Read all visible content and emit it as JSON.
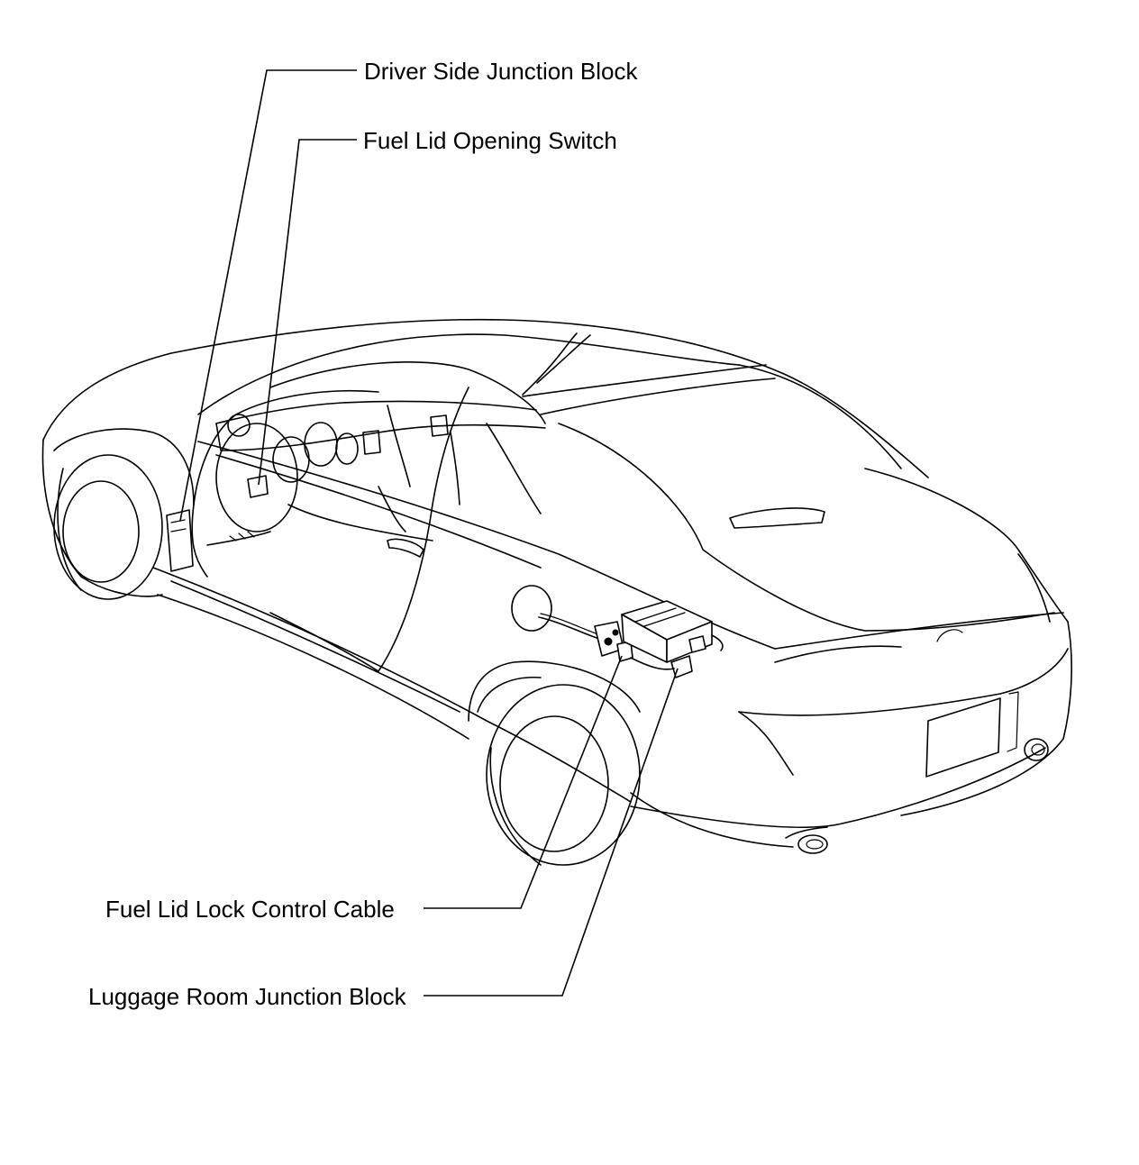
{
  "diagram": {
    "labels": {
      "driver_side_junction_block": "Driver Side Junction Block",
      "fuel_lid_opening_switch": "Fuel Lid Opening Switch",
      "fuel_lid_lock_control_cable": "Fuel Lid Lock Control Cable",
      "luggage_room_junction_block": "Luggage Room Junction Block"
    }
  }
}
